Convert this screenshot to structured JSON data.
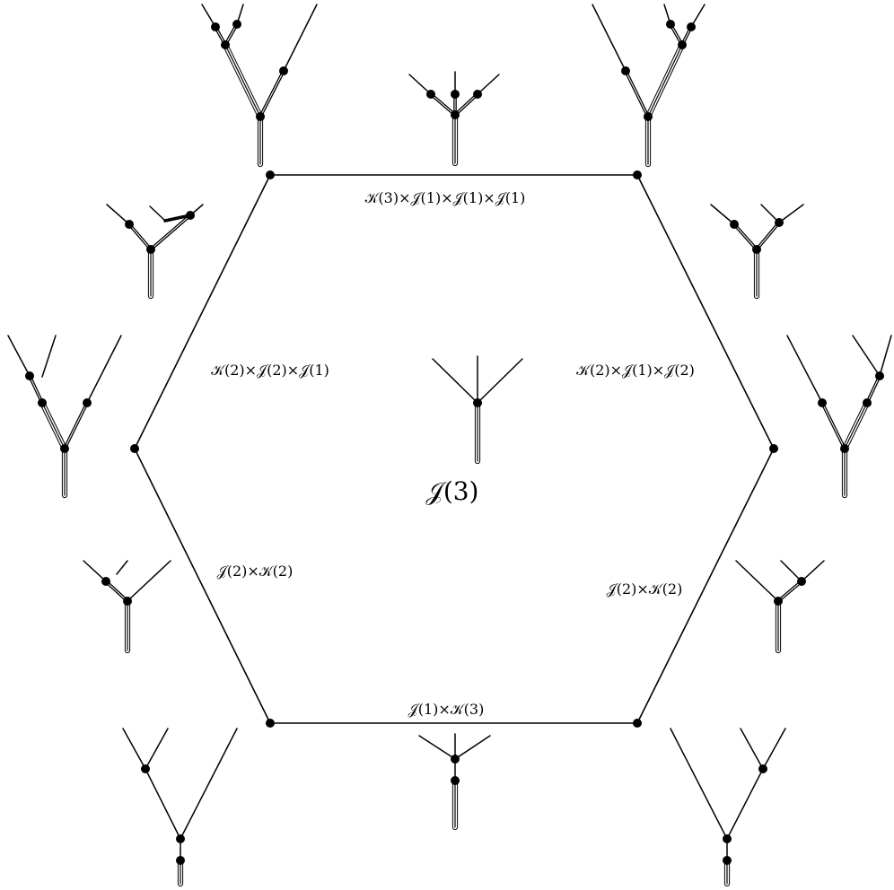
{
  "center_label": "𝒥(3)",
  "edges": {
    "top": "𝒦(3)×𝒥(1)×𝒥(1)×𝒥(1)",
    "upper_left": "𝒦(2)×𝒥(2)×𝒥(1)",
    "upper_right": "𝒦(2)×𝒥(1)×𝒥(2)",
    "lower_left": "𝒥(2)×𝒦(2)",
    "lower_right": "𝒥(2)×𝒦(2)",
    "bottom": "𝒥(1)×𝒦(3)"
  }
}
